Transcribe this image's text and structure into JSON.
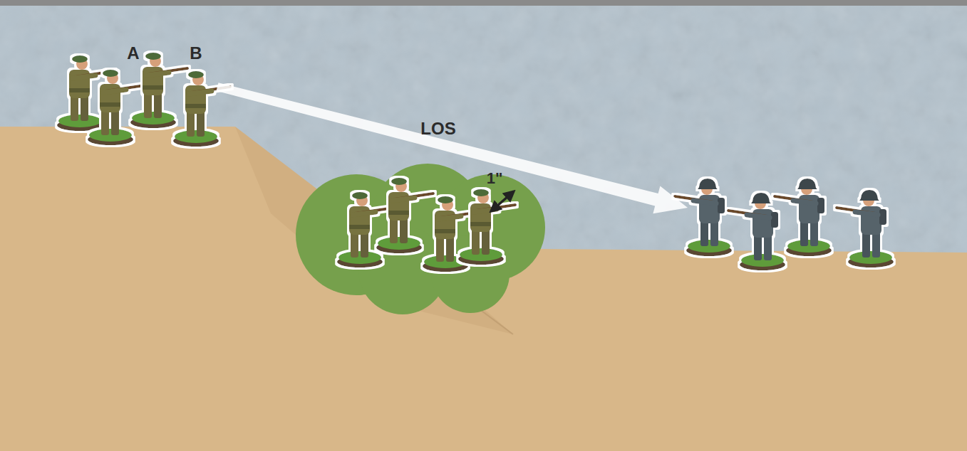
{
  "diagram": {
    "labels": [
      "A",
      "B",
      "LOS",
      "1\""
    ]
  }
}
